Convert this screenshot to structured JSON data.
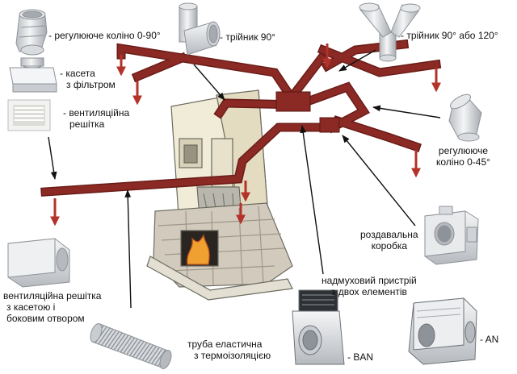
{
  "labels": {
    "elbow_0_90": "- регулююче коліно 0-90°",
    "tee_90": "- трійник 90°",
    "tee_90_120": "- трійник 90° або 120°",
    "cassette_line1": "- касета",
    "cassette_line2": "з фільтром",
    "grille_line1": "- вентиляційна",
    "grille_line2": "решітка",
    "elbow_0_45_line1": "регулююче",
    "elbow_0_45_line2": "коліно 0-45°",
    "distribution_box_line1": "роздавальна",
    "distribution_box_line2": "коробка",
    "blower_line1": "надмуховий пристрій",
    "blower_line2": "з двох елементів",
    "grille_cassette_line1": "вентиляційна решітка",
    "grille_cassette_line2": "з касетою і",
    "grille_cassette_line3": "боковим отвором",
    "flex_pipe_line1": "труба еластична",
    "flex_pipe_line2": "з термоізоляцією",
    "ban": "- BAN",
    "an": "- AN"
  },
  "colors": {
    "duct": "#8b2a24",
    "duct_dark": "#6a1c18",
    "outlet_arrow": "#b3322a",
    "metal_light": "#eceef0",
    "metal_mid": "#c9ccd0",
    "metal_dark": "#9a9ea4",
    "fireplace_cream": "#f1ecd7",
    "fireplace_outline": "#6b6b60",
    "stone": "#d2cbbd",
    "fire": "#f0a030"
  }
}
